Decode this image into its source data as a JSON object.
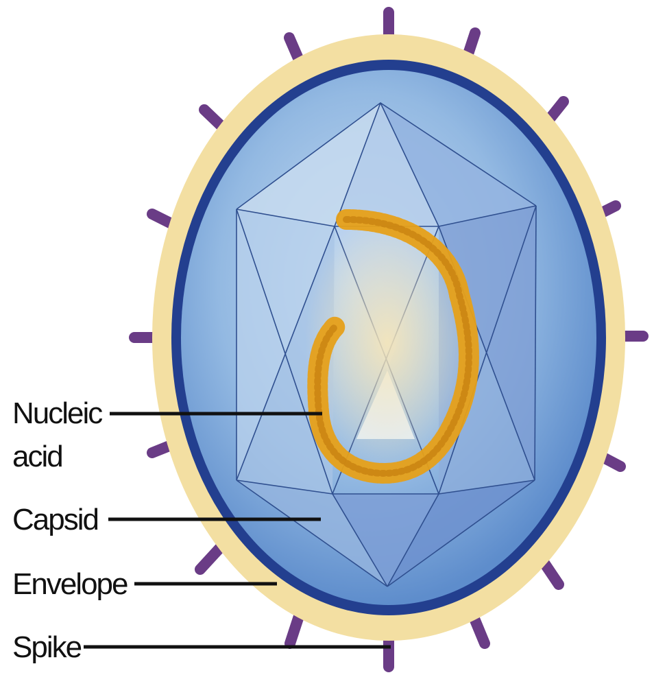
{
  "diagram": {
    "labels": {
      "nucleic_acid_line1": "Nucleic",
      "nucleic_acid_line2": "acid",
      "capsid": "Capsid",
      "envelope": "Envelope",
      "spike": "Spike"
    },
    "colors": {
      "envelope_outer": "#f3dfa2",
      "membrane": "#233f8f",
      "interior": "#8fb7df",
      "capsid_face_light": "#c9dcf0",
      "capsid_face_mid": "#a9c5e6",
      "capsid_face_dark": "#7d9ed3",
      "capsid_edge": "#2f4f8f",
      "nucleic_acid": "#e6a019",
      "spike": "#6a3c86",
      "label_text": "#111111"
    }
  }
}
